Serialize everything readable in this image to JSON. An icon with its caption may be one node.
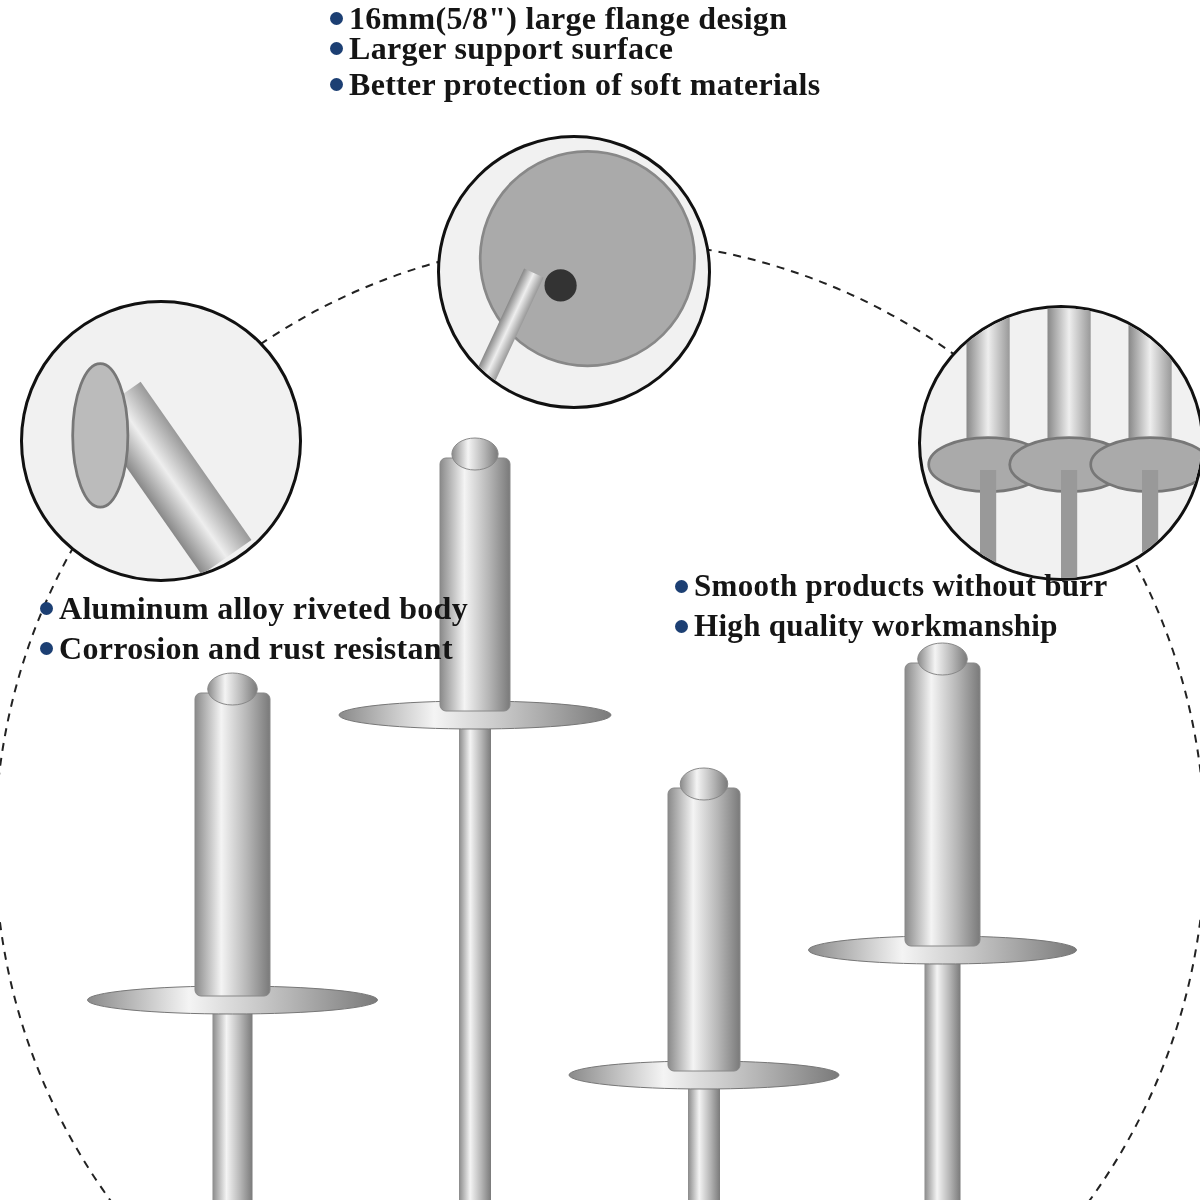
{
  "diagram": {
    "labels": [
      "16mm(5/8\") large flange design",
      "Larger support surface",
      "Better protection of soft materials",
      "Aluminum alloy riveted body",
      "Corrosion and rust resistant",
      "Smooth products without burr",
      "High quality workmanship"
    ]
  }
}
